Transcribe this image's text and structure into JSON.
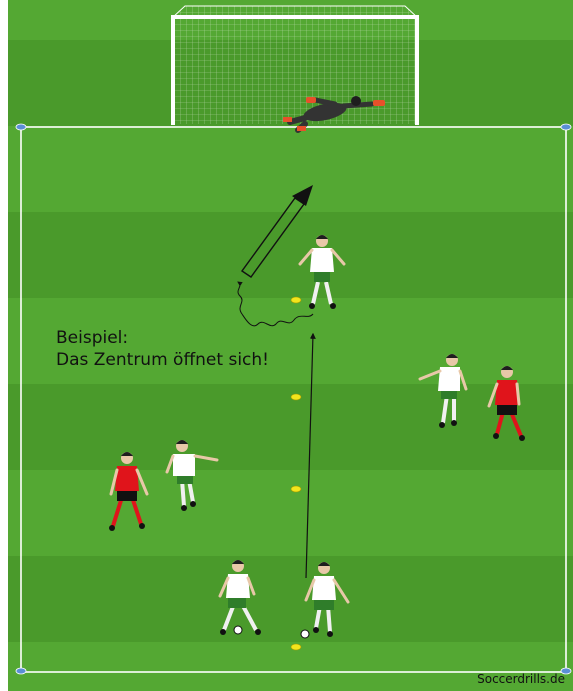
{
  "caption": {
    "line1": "Beispiel:",
    "line2": "Das Zentrum öffnet sich!"
  },
  "credit": "Soccerdrills.de",
  "colors": {
    "grass_light": "#54a833",
    "grass_dark": "#4a9a2b",
    "line": "#ffffff",
    "team_white_shirt": "#ffffff",
    "team_white_shorts": "#2f7d2a",
    "team_red_shirt": "#e0141b",
    "team_red_shorts": "#111111",
    "goalkeeper_shirt": "#333333",
    "goalkeeper_gloves": "#e8502a",
    "cone": "#f2e51c",
    "corner_marker": "#5b8fd6"
  }
}
